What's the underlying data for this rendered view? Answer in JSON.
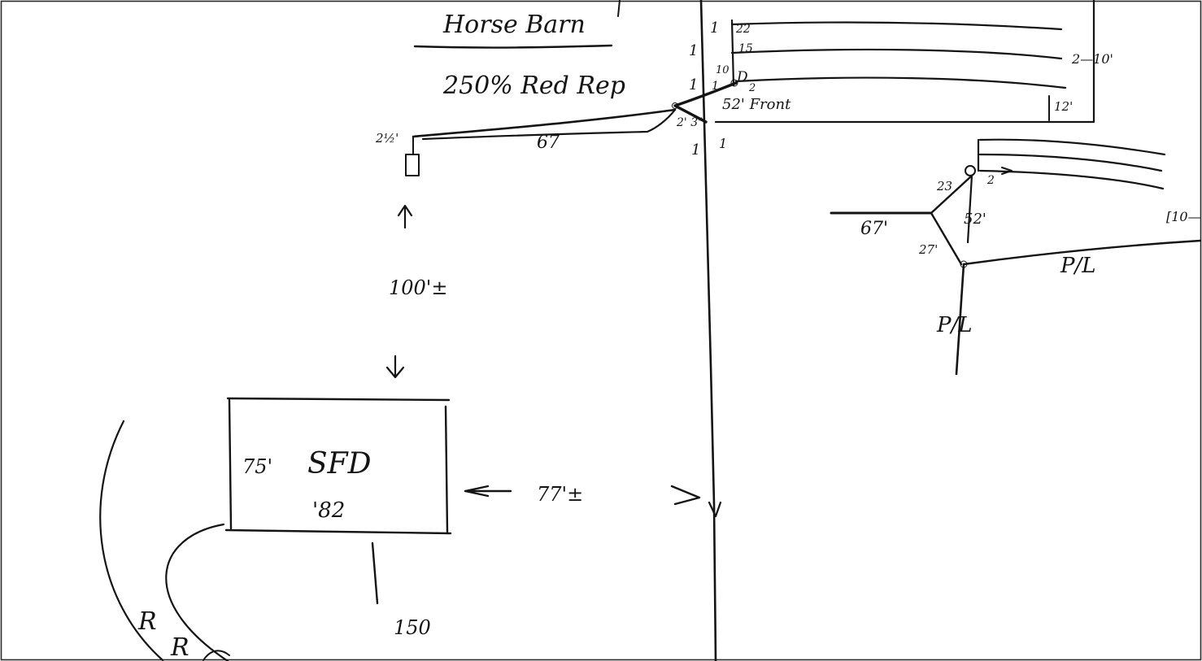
{
  "sheet": {
    "background": "#ffffff",
    "ink_color": "#141414"
  },
  "title": {
    "line1": "Horse Barn",
    "line2": "250% Red Rep"
  },
  "left_detail": {
    "height_note": "2½'",
    "run_length": "67",
    "tick_labels": [
      "1",
      "1",
      "1",
      "1",
      "1",
      "1"
    ],
    "joint_label": "2' 3\"",
    "drop_label": "D",
    "drop_note": "52' Front",
    "top_lengths": [
      "22",
      "15",
      "10"
    ],
    "gap_note": "2",
    "side_dim_a": "2—10'",
    "side_dim_b": "12'",
    "distance_to_house": "100'±"
  },
  "right_detail": {
    "left_run": "67'",
    "segment_a": "23",
    "segment_b": "2",
    "segment_c": "52'",
    "segment_d": "27'",
    "pl_label_1": "P/L",
    "pl_label_2": "P/L",
    "side_dim": "[10—"
  },
  "house": {
    "label": "SFD",
    "sub_label": "'82",
    "side_dim": "75'",
    "setback": "77'±",
    "bottom_dim": "150"
  },
  "road": {
    "label1": "R",
    "label2": "R"
  }
}
